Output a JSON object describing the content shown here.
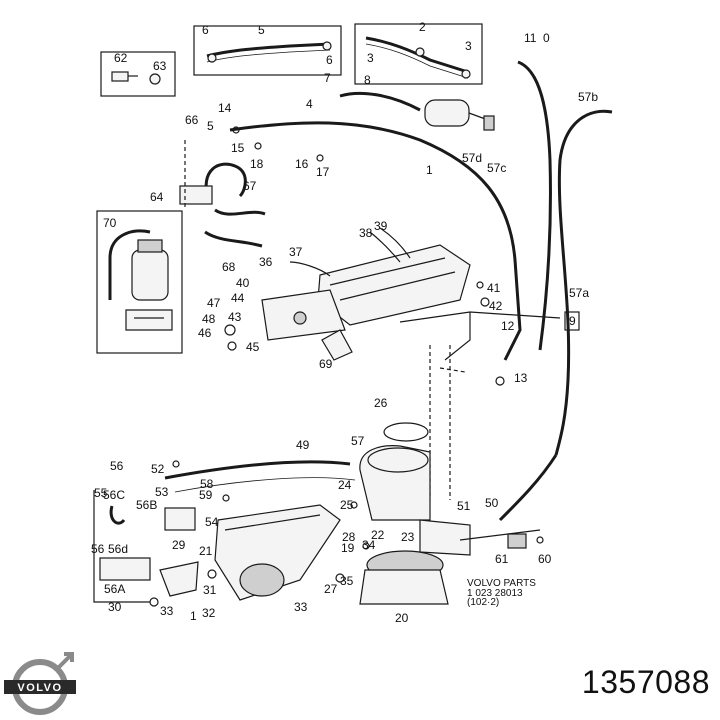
{
  "brand": {
    "name": "VOLVO"
  },
  "part_number": "1357088",
  "stamp": {
    "line1": "VOLVO  PARTS",
    "line2": "1  023  28013",
    "line3": "(102·2)"
  },
  "callouts": [
    "62",
    "63",
    "6",
    "5",
    "6",
    "2",
    "3",
    "3",
    "11",
    "0",
    "7",
    "8",
    "4",
    "66",
    "5",
    "14",
    "15",
    "18",
    "16",
    "17",
    "1",
    "57b",
    "57d",
    "57c",
    "64",
    "67",
    "70",
    "68",
    "36",
    "37",
    "38",
    "39",
    "40",
    "44",
    "47",
    "43",
    "48",
    "46",
    "45",
    "41",
    "42",
    "57a",
    "9",
    "12",
    "69",
    "13",
    "26",
    "49",
    "57",
    "56",
    "52",
    "55",
    "56C",
    "53",
    "56B",
    "58",
    "59",
    "54",
    "24",
    "25",
    "51",
    "50",
    "56",
    "56d",
    "29",
    "21",
    "28",
    "22",
    "23",
    "19",
    "34",
    "61",
    "60",
    "56A",
    "35",
    "27",
    "30",
    "33",
    "31",
    "33",
    "32",
    "1",
    "20"
  ]
}
